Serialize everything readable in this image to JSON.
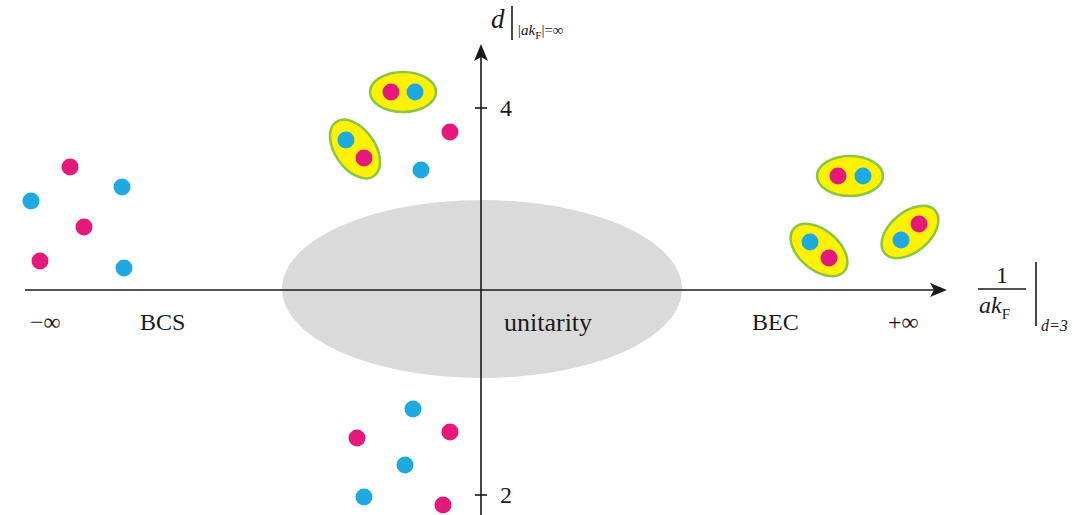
{
  "diagram": {
    "nodes": [
      {
        "text": [
          "unitarity"
        ]
      }
    ],
    "labels": [
      "d",
      "|ak",
      "F",
      "|=∞",
      "4",
      "2",
      "−∞",
      "BCS",
      "BEC",
      "+∞",
      "1",
      "ak",
      "F",
      "d=3"
    ]
  }
}
